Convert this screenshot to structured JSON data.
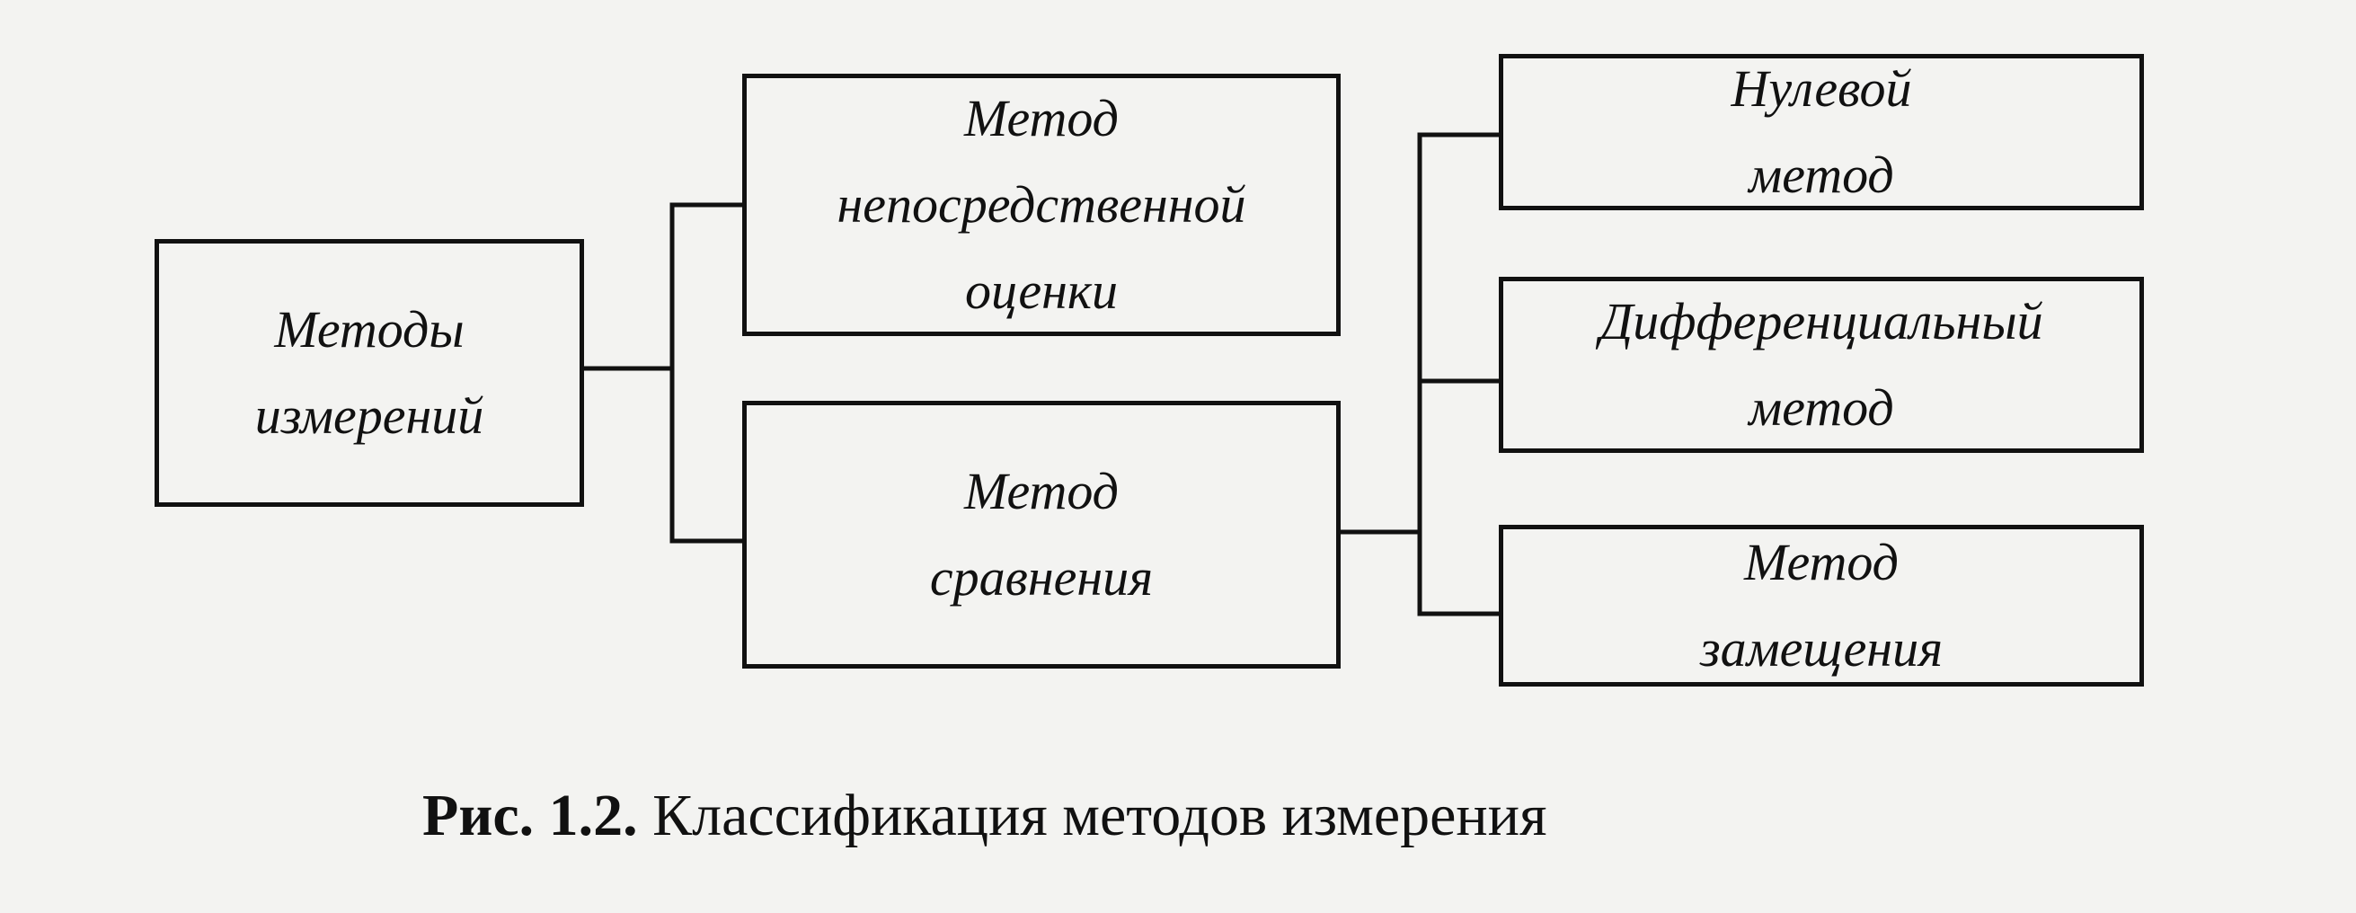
{
  "diagram": {
    "root": "Методы\nизмерений",
    "methods": [
      "Метод\nнепосредственной\nоценки",
      "Метод\nсравнения"
    ],
    "comparison_methods": [
      "Нулевой\nметод",
      "Дифференциальный\nметод",
      "Метод\nзамещения"
    ]
  },
  "caption": {
    "number": "Рис. 1.2.",
    "text": "Классификация методов измерения"
  }
}
